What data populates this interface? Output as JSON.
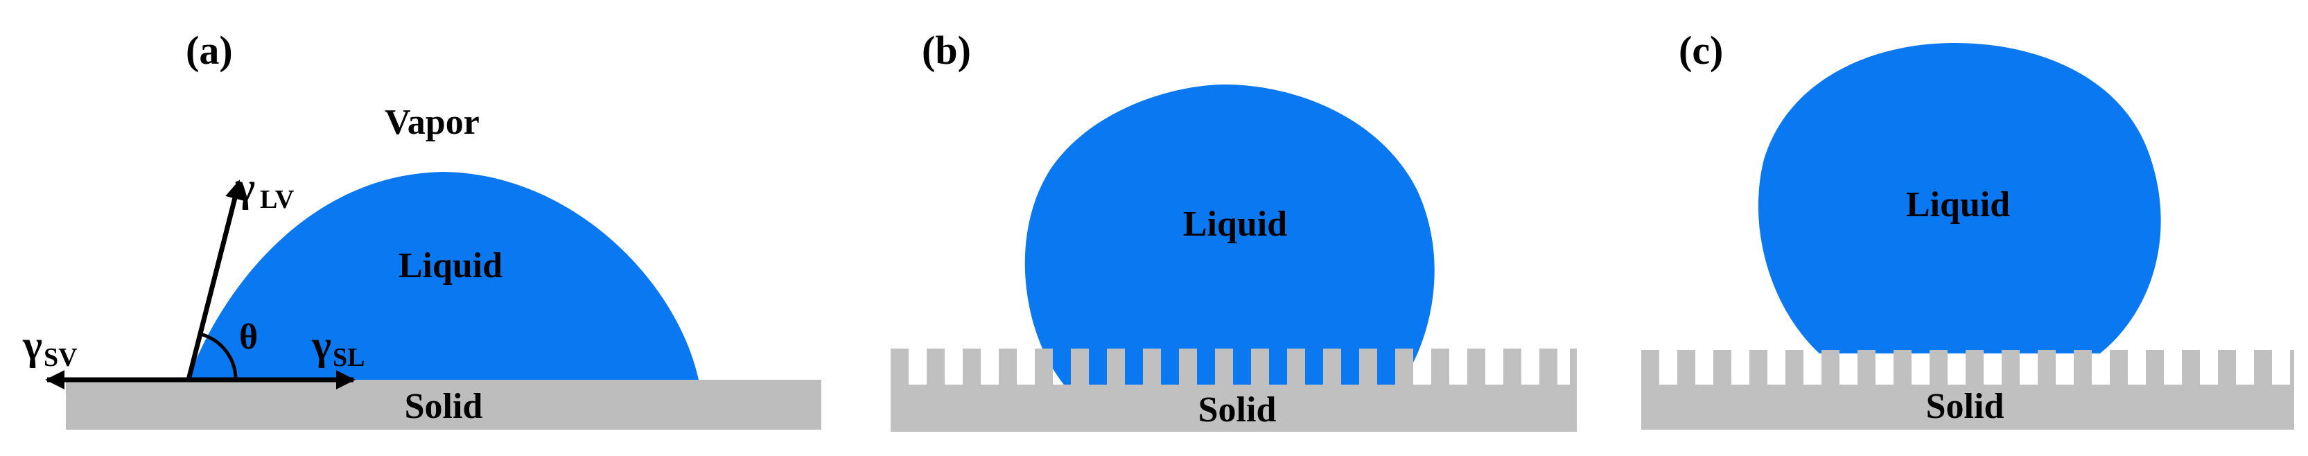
{
  "panels": [
    {
      "label": "(a)",
      "vapor": "Vapor",
      "liquid": "Liquid",
      "solid": "Solid",
      "theta": "θ",
      "gamma": "γ",
      "sub_lv": "LV",
      "sub_sv": "SV",
      "sub_sl": "SL"
    },
    {
      "label": "(b)",
      "liquid": "Liquid",
      "solid": "Solid"
    },
    {
      "label": "(c)",
      "liquid": "Liquid",
      "solid": "Solid"
    }
  ],
  "colors": {
    "liquid": "#0a78f0",
    "solid": "#bdbdbd",
    "line": "#000000"
  }
}
